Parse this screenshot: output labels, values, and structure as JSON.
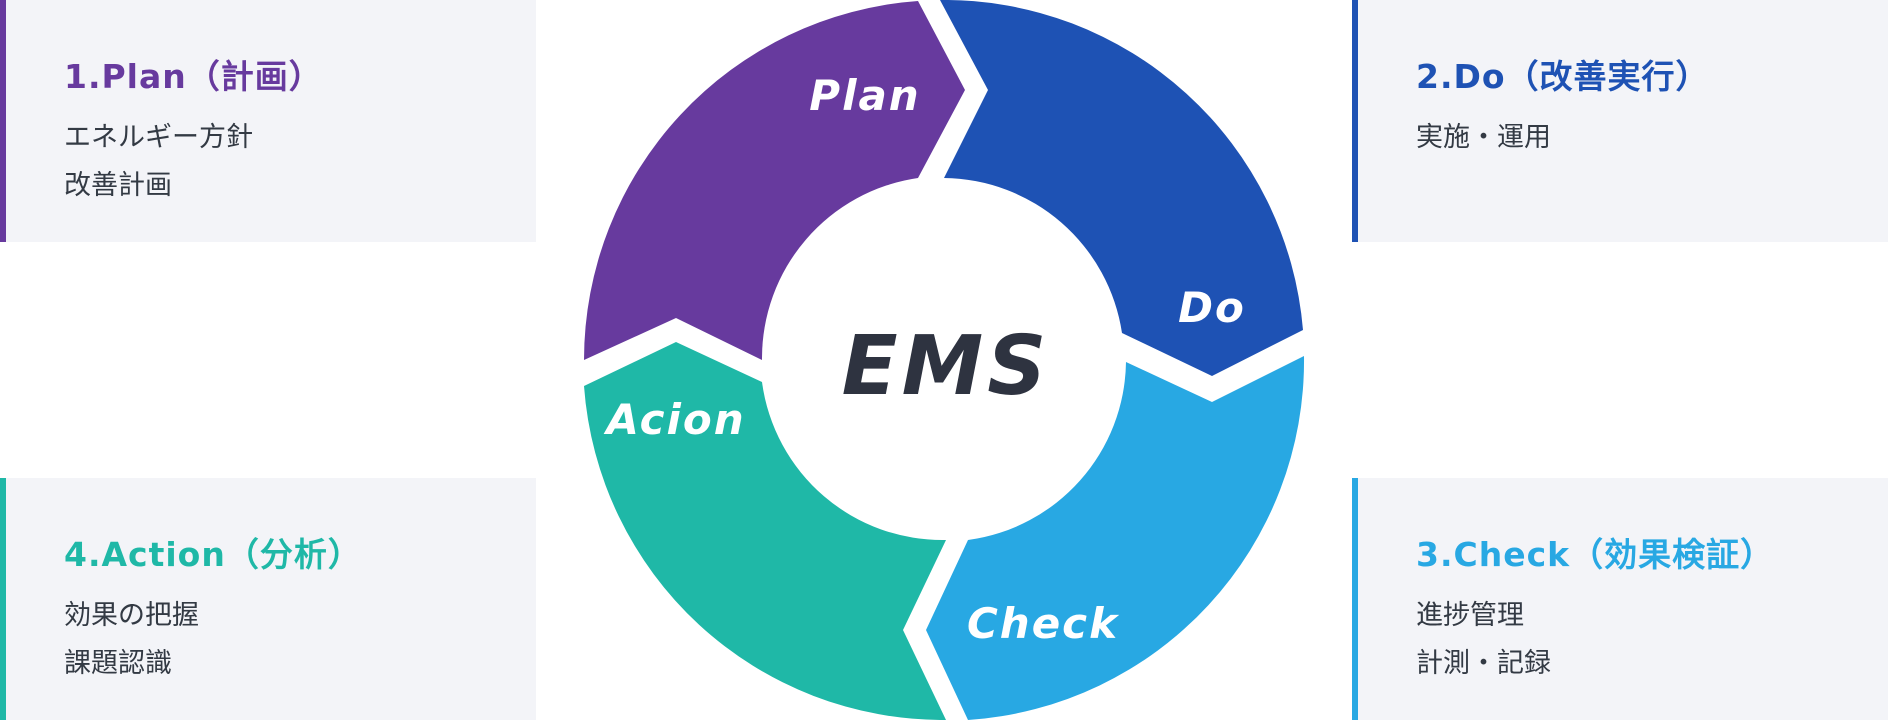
{
  "center": {
    "label": "EMS"
  },
  "cycle": {
    "plan": {
      "label": "Plan",
      "color": "#673a9e"
    },
    "do": {
      "label": "Do",
      "color": "#1e52b4"
    },
    "check": {
      "label": "Check",
      "color": "#28a8e3"
    },
    "action": {
      "label": "Acion",
      "color": "#1fb8a7"
    }
  },
  "cards": {
    "plan": {
      "title": "1.Plan（計画）",
      "lines": [
        "エネルギー方針",
        "改善計画"
      ]
    },
    "do": {
      "title": "2.Do（改善実行）",
      "lines": [
        "実施・運用"
      ]
    },
    "check": {
      "title": "3.Check（効果検証）",
      "lines": [
        "進捗管理",
        "計測・記録"
      ]
    },
    "action": {
      "title": "4.Action（分析）",
      "lines": [
        "効果の把握",
        "課題認識"
      ]
    }
  }
}
